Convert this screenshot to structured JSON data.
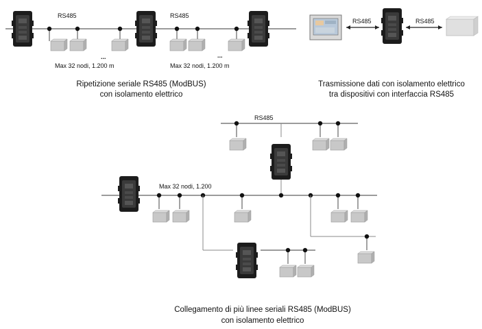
{
  "top_left": {
    "bus_labels": [
      "RS485",
      "RS485"
    ],
    "notes": [
      "Max 32 nodi, 1.200 m",
      "Max 32 nodi, 1.200 m"
    ],
    "ellipsis": [
      "...",
      "..."
    ],
    "caption_lines": [
      "Ripetizione seriale RS485 (ModBUS)",
      "con isolamento elettrico"
    ]
  },
  "top_right": {
    "link_labels": [
      "RS485",
      "RS485"
    ],
    "caption_lines": [
      "Trasmissione dati con isolamento elettrico",
      "tra dispositivi con interfaccia RS485"
    ]
  },
  "bottom": {
    "bus_label": "RS485",
    "note": "Max 32 nodi, 1.200",
    "caption_lines": [
      "Collegamento di più linee seriali RS485 (ModBUS)",
      "con isolamento elettrico"
    ]
  },
  "colors": {
    "device_body": "#1c1c1c",
    "device_face": "#3a3a3a",
    "node_box": "#c8c8c8",
    "bus_line": "#7a7a7a"
  },
  "icons": [
    "isolator-device-icon",
    "node-box-icon",
    "monitor-icon"
  ]
}
